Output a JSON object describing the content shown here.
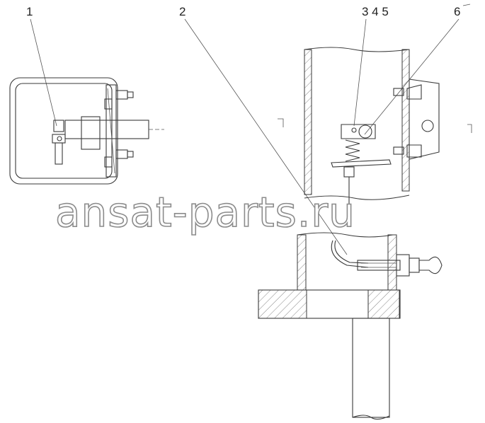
{
  "callouts": {
    "c1": "1",
    "c2": "2",
    "c345": "3 4 5",
    "c6": "6"
  },
  "watermark": "ansat-parts.ru",
  "colors": {
    "line": "#3a3a3a",
    "watermark_stroke": "#8c8c8c",
    "background": "#ffffff"
  }
}
